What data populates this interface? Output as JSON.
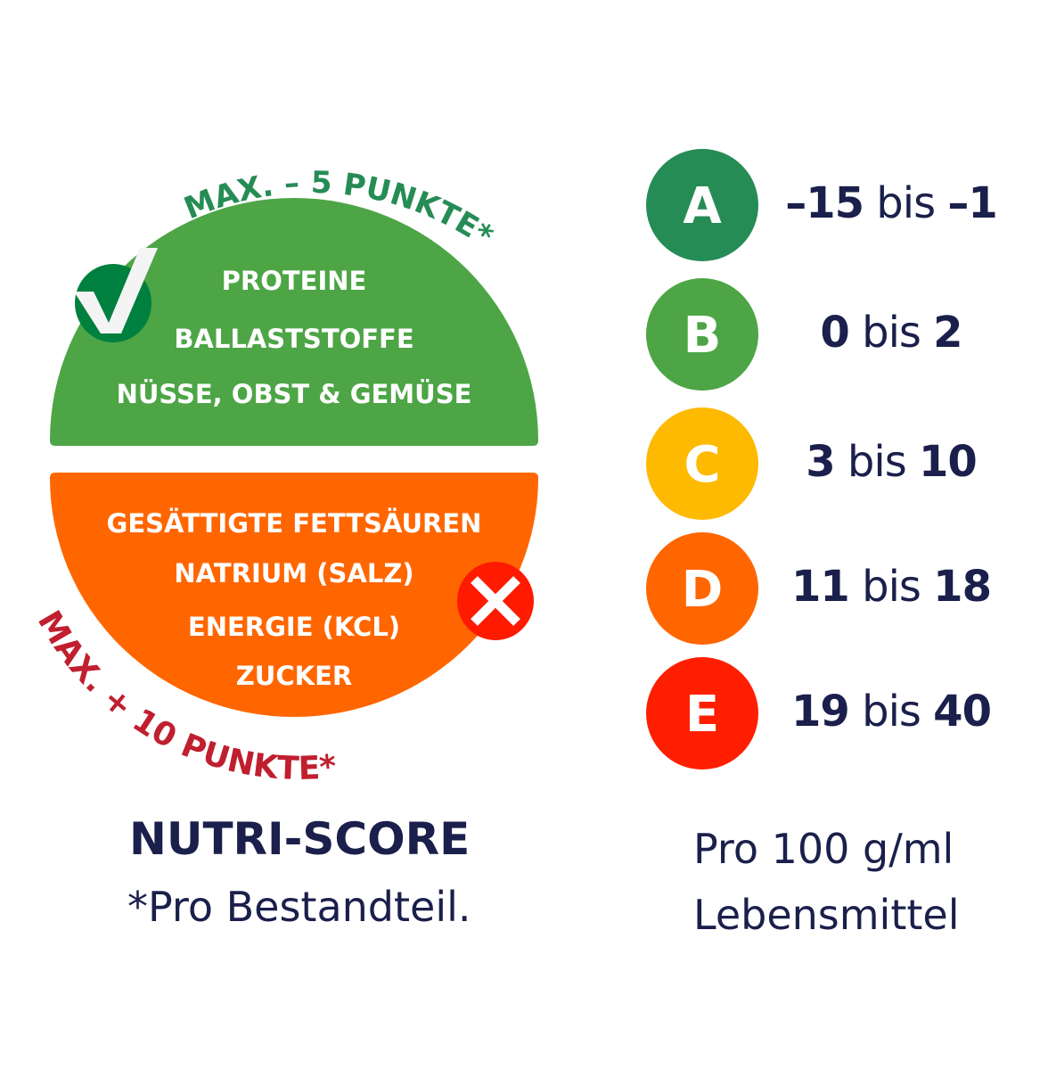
{
  "positive": {
    "max_label": "MAX. – 5 PUNKTE*",
    "items": [
      "PROTEINE",
      "BALLASTSTOFFE",
      "NÜSSE, OBST & GEMÜSE"
    ],
    "color": "#4da546",
    "icon": "check-icon"
  },
  "negative": {
    "max_label": "MAX. + 10 PUNKTE*",
    "items": [
      "GESÄTTIGTE FETTSÄUREN",
      "NATRIUM (SALZ)",
      "ENERGIE (KCL)",
      "ZUCKER"
    ],
    "color": "#ff6600",
    "icon": "cross-icon"
  },
  "grades": [
    {
      "letter": "A",
      "from": "–15",
      "bis": "bis",
      "to": "–1",
      "color": "#268c55"
    },
    {
      "letter": "B",
      "from": "0",
      "bis": "bis",
      "to": "2",
      "color": "#4da546"
    },
    {
      "letter": "C",
      "from": "3",
      "bis": "bis",
      "to": "10",
      "color": "#fdba00"
    },
    {
      "letter": "D",
      "from": "11",
      "bis": "bis",
      "to": "18",
      "color": "#ff6600"
    },
    {
      "letter": "E",
      "from": "19",
      "bis": "bis",
      "to": "40",
      "color": "#ff1f00"
    }
  ],
  "footer": {
    "title": "NUTRI-SCORE",
    "note": "*Pro Bestandteil.",
    "unit_line1": "Pro 100 g/ml",
    "unit_line2": "Lebensmittel"
  }
}
